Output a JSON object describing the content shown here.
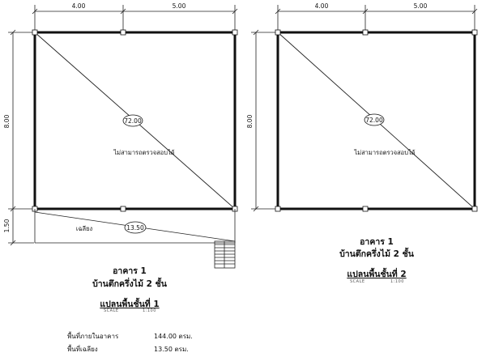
{
  "plans": [
    {
      "id": "plan-1",
      "dims": {
        "left_top": "4.00",
        "right_top": "5.00",
        "height": "8.00",
        "extension": "1.50"
      },
      "area_main": "72.00",
      "area_ext": "13.50",
      "note": "ไม่สามารถตรวจสอบได้",
      "ext_label": "เฉลียง",
      "title": "อาคาร 1",
      "subtitle": "บ้านตึกครึ่งไม้ 2 ชั้น",
      "plan_label": "แปลนพื้นชั้นที่ 1",
      "scale_label": "SCALE",
      "scale_value": "1:100",
      "areas": [
        {
          "label": "พื้นที่ภายในอาคาร",
          "value": "144.00 ตรม."
        },
        {
          "label": "พื้นที่เฉลียง",
          "value": "13.50 ตรม."
        }
      ]
    },
    {
      "id": "plan-2",
      "dims": {
        "left_top": "4.00",
        "right_top": "5.00",
        "height": "8.00"
      },
      "area_main": "72.00",
      "note": "ไม่สามารถตรวจสอบได้",
      "title": "อาคาร 1",
      "subtitle": "บ้านตึกครึ่งไม้ 2 ชั้น",
      "plan_label": "แปลนพื้นชั้นที่ 2",
      "scale_label": "SCALE",
      "scale_value": "1:100"
    }
  ]
}
